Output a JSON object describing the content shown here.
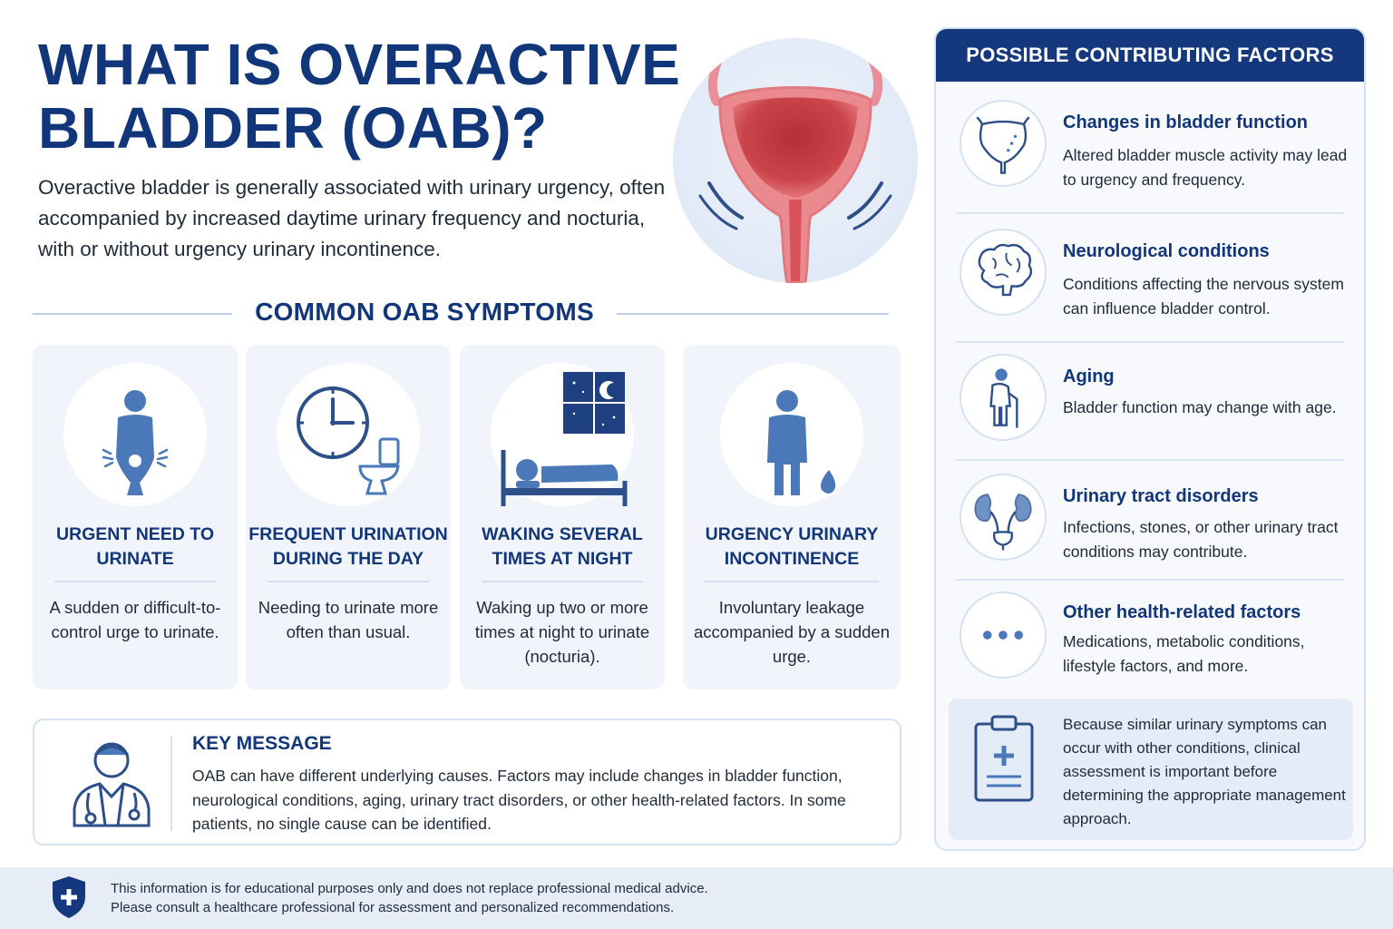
{
  "header": {
    "title": "WHAT IS OVERACTIVE BLADDER (OAB)?",
    "intro": "Overactive bladder is generally associated with urinary urgency, often accompanied by increased daytime urinary frequency and nocturia, with or without urgency urinary incontinence."
  },
  "symptoms": {
    "heading": "COMMON OAB SYMPTOMS",
    "items": [
      {
        "title": "URGENT NEED TO URINATE",
        "description": "A sudden or difficult-to-control urge to urinate.",
        "icon": "person-holding-urge-icon"
      },
      {
        "title": "FREQUENT URINATION DURING THE DAY",
        "description": "Needing to urinate more often than usual.",
        "icon": "clock-toilet-icon"
      },
      {
        "title": "WAKING SEVERAL TIMES AT NIGHT",
        "description": "Waking up two or more times at night to urinate (nocturia).",
        "icon": "bed-night-icon"
      },
      {
        "title": "URGENCY URINARY INCONTINENCE",
        "description": "Involuntary leakage accompanied by a sudden urge.",
        "icon": "person-droplet-icon"
      }
    ]
  },
  "key_message": {
    "title": "KEY MESSAGE",
    "body": "OAB can have different underlying causes. Factors may include changes in bladder function, neurological conditions, aging, urinary tract disorders, or other health-related factors. In some patients, no single cause can be identified.",
    "icon": "doctor-icon"
  },
  "factors": {
    "heading": "POSSIBLE CONTRIBUTING FACTORS",
    "items": [
      {
        "title": "Changes in bladder function",
        "description": "Altered bladder muscle activity may lead to urgency and frequency.",
        "icon": "bladder-icon"
      },
      {
        "title": "Neurological conditions",
        "description": "Conditions affecting the nervous system can influence bladder control.",
        "icon": "brain-icon"
      },
      {
        "title": "Aging",
        "description": "Bladder function may change with age.",
        "icon": "elderly-person-icon"
      },
      {
        "title": "Urinary tract disorders",
        "description": "Infections, stones, or other urinary tract conditions may contribute.",
        "icon": "kidneys-icon"
      },
      {
        "title": "Other health-related factors",
        "description": "Medications, metabolic conditions, lifestyle factors, and more.",
        "icon": "ellipsis-icon"
      }
    ],
    "note": "Because similar urinary symptoms can occur with other conditions, clinical assessment is important before determining the appropriate management approach.",
    "note_icon": "clipboard-medical-icon"
  },
  "footer": {
    "line1": "This information is for educational purposes only and does not replace professional medical advice.",
    "line2": "Please consult a healthcare professional for assessment and personalized recommendations.",
    "icon": "shield-plus-icon"
  },
  "colors": {
    "navy": "#12367a",
    "icon_blue": "#4a78b8",
    "light_panel": "#f1f5fb",
    "bladder_red": "#d9535a"
  }
}
